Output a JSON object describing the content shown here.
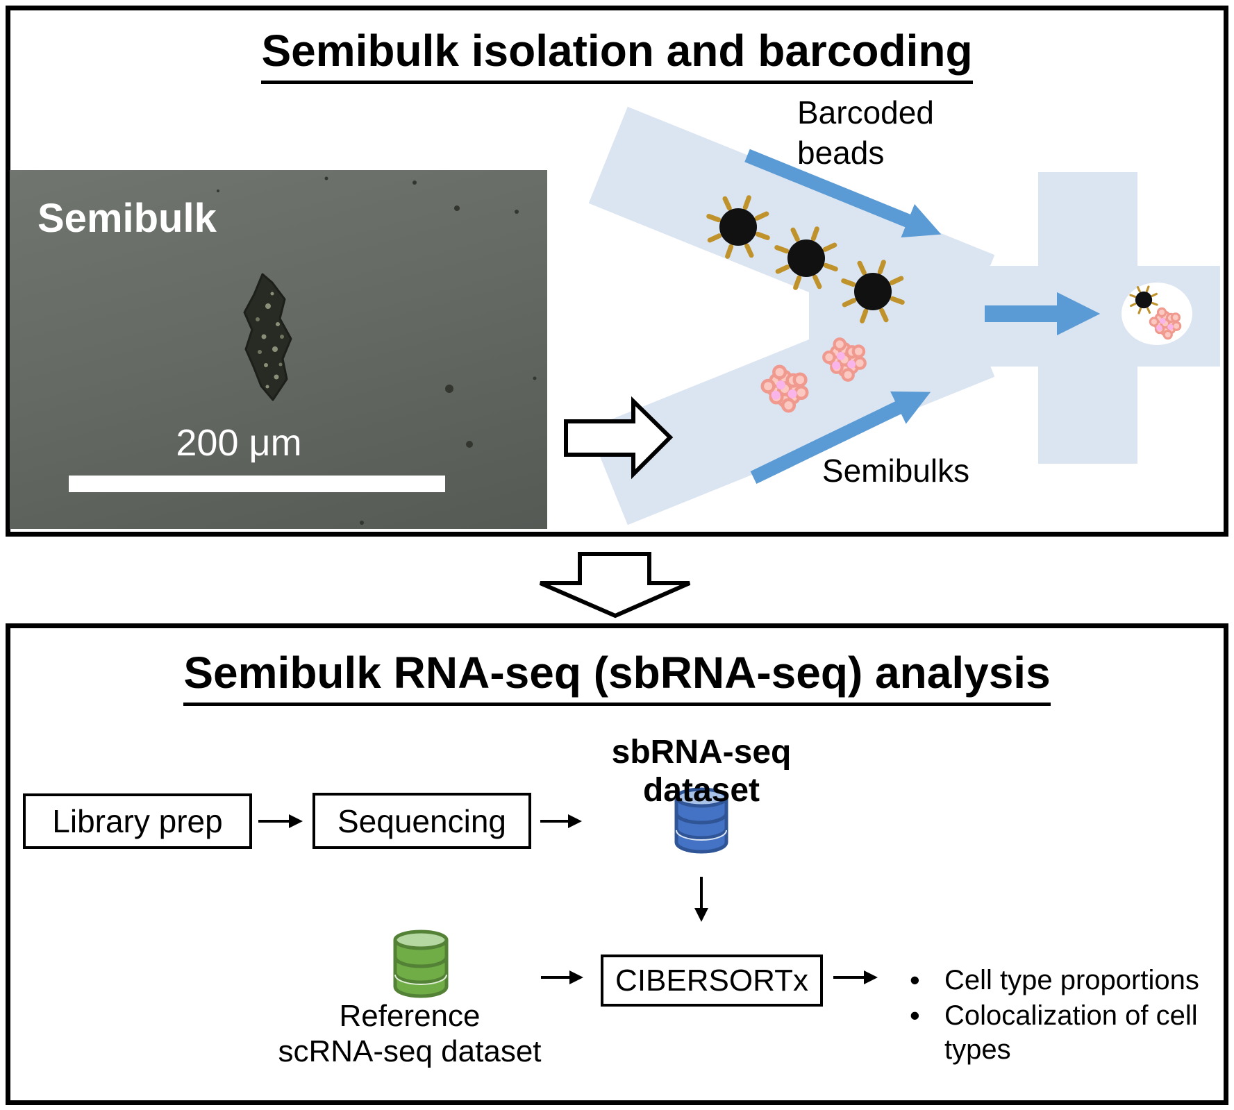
{
  "colors": {
    "arrow-blue": "#5b9bd5",
    "channel-blue": "#dbe5f1",
    "db-blue": "#4472c4",
    "db-blue-dark": "#2f5597",
    "db-blue-top": "#a9c2e8",
    "db-green": "#70ad47",
    "db-green-dark": "#538135",
    "db-green-top": "#b5d8a2",
    "bead-gold": "#bf922b",
    "bead-black": "#111111",
    "cell-fill": "#fbc9c2",
    "cell-stroke": "#f09a8f",
    "cell-accent": "#f9b4e9",
    "photo-gray-1": "#71756f",
    "photo-gray-2": "#565a55",
    "ink": "#000000",
    "paper": "#ffffff"
  },
  "top_panel": {
    "title": "Semibulk isolation and barcoding",
    "micrograph": {
      "label": "Semibulk",
      "scale_bar_label": "200 μm"
    },
    "diagram": {
      "beads_label_line1": "Barcoded",
      "beads_label_line2": "beads",
      "semibulks_label": "Semibulks"
    }
  },
  "bottom_panel": {
    "title": "Semibulk RNA-seq (sbRNA-seq) analysis",
    "dataset_label": "sbRNA-seq dataset",
    "boxes": {
      "library_prep": "Library prep",
      "sequencing": "Sequencing",
      "cibersortx": "CIBERSORTx"
    },
    "reference_label_line1": "Reference",
    "reference_label_line2": "scRNA-seq dataset",
    "outputs": [
      "Cell type proportions",
      "Colocalization of cell types"
    ]
  }
}
